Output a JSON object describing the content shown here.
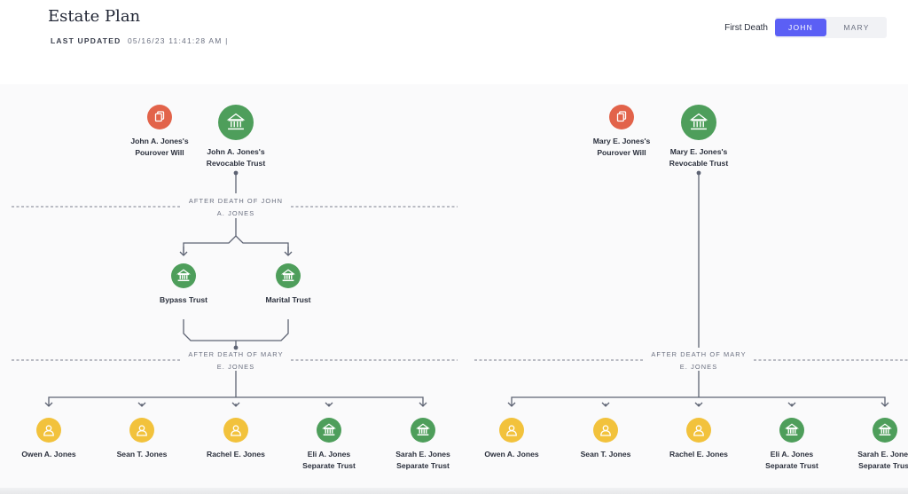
{
  "header": {
    "title": "Estate Plan",
    "updated_label": "LAST UPDATED",
    "updated_value": "05/16/23 11:41:28 AM |"
  },
  "toggle": {
    "label": "First Death",
    "options": [
      "JOHN",
      "MARY"
    ],
    "selected": "JOHN"
  },
  "colors": {
    "will": "#e2634a",
    "trust": "#4e9e5b",
    "person": "#f2c23c",
    "accent": "#5b5ff5",
    "line": "#5d6373"
  },
  "left_tree": {
    "will": {
      "line1": "John A. Jones's",
      "line2": "Pourover Will",
      "icon": "document-icon"
    },
    "trust": {
      "line1": "John A. Jones's",
      "line2": "Revocable Trust",
      "icon": "bank-icon"
    },
    "divider1": {
      "line1": "AFTER DEATH OF JOHN",
      "line2": "A. JONES"
    },
    "sub_trusts": [
      {
        "label": "Bypass Trust",
        "icon": "bank-icon"
      },
      {
        "label": "Marital Trust",
        "icon": "bank-icon"
      }
    ],
    "divider2": {
      "line1": "AFTER DEATH OF MARY",
      "line2": "E. JONES"
    },
    "beneficiaries": [
      {
        "line1": "Owen A. Jones",
        "line2": "",
        "type": "person",
        "icon": "person-icon"
      },
      {
        "line1": "Sean T. Jones",
        "line2": "",
        "type": "person",
        "icon": "person-icon"
      },
      {
        "line1": "Rachel E. Jones",
        "line2": "",
        "type": "person",
        "icon": "person-icon"
      },
      {
        "line1": "Eli A. Jones",
        "line2": "Separate Trust",
        "type": "trust",
        "icon": "bank-icon"
      },
      {
        "line1": "Sarah E. Jones",
        "line2": "Separate Trust",
        "type": "trust",
        "icon": "bank-icon"
      }
    ]
  },
  "right_tree": {
    "will": {
      "line1": "Mary E. Jones's",
      "line2": "Pourover Will",
      "icon": "document-icon"
    },
    "trust": {
      "line1": "Mary E. Jones's",
      "line2": "Revocable Trust",
      "icon": "bank-icon"
    },
    "divider2": {
      "line1": "AFTER DEATH OF MARY",
      "line2": "E. JONES"
    },
    "beneficiaries": [
      {
        "line1": "Owen A. Jones",
        "line2": "",
        "type": "person",
        "icon": "person-icon"
      },
      {
        "line1": "Sean T. Jones",
        "line2": "",
        "type": "person",
        "icon": "person-icon"
      },
      {
        "line1": "Rachel E. Jones",
        "line2": "",
        "type": "person",
        "icon": "person-icon"
      },
      {
        "line1": "Eli A. Jones",
        "line2": "Separate Trust",
        "type": "trust",
        "icon": "bank-icon"
      },
      {
        "line1": "Sarah E. Jones",
        "line2": "Separate Trust",
        "type": "trust",
        "icon": "bank-icon"
      }
    ]
  }
}
